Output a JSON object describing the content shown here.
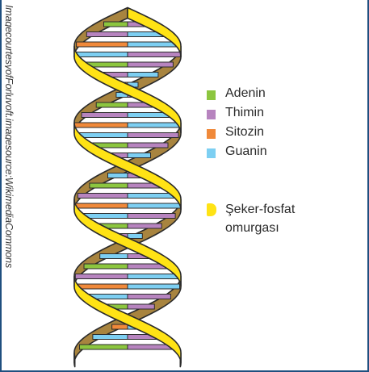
{
  "credit": "ImagecourtesyofForluvoft.imagesource:WikimediaCommons",
  "legend": {
    "bases": [
      {
        "label": "Adenin",
        "color": "#8cc63f"
      },
      {
        "label": "Thimin",
        "color": "#b784bf"
      },
      {
        "label": "Sitozin",
        "color": "#f0893a"
      },
      {
        "label": "Guanin",
        "color": "#7dcff2"
      }
    ],
    "backbone": {
      "line1": "Şeker-fosfat",
      "line2": "omurgası",
      "color": "#ffe315"
    }
  },
  "colors": {
    "ribbon": "#ffe315",
    "ribbon_back": "#a8843f",
    "outline": "#2b2b2b",
    "frame": "#1f4f7f"
  }
}
